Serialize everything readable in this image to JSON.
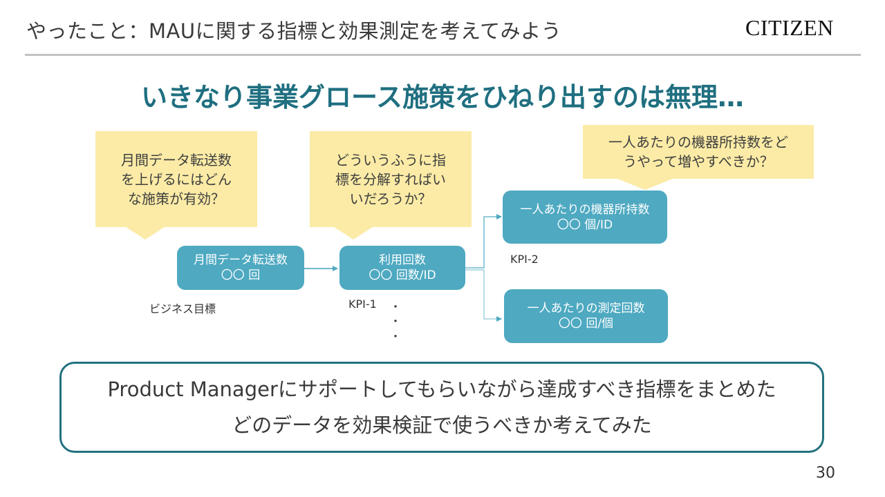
{
  "header": {
    "title": "やったこと：MAUに関する指標と効果測定を考えてみよう",
    "logo": "CITIZEN"
  },
  "headline": "いきなり事業グロース施策をひねり出すのは無理…",
  "notes": [
    {
      "lines": [
        "月間データ転送数",
        "を上げるにはどん",
        "な施策が有効？"
      ]
    },
    {
      "lines": [
        "どういうふうに指",
        "標を分解すればい",
        "いだろうか？"
      ]
    },
    {
      "lines": [
        "一人あたりの機器所持数をど",
        "うやって増やすべきか？"
      ]
    }
  ],
  "kpi_tree": {
    "nodes": [
      {
        "name": "月間データ転送数",
        "value": "〇〇 回",
        "caption": "ビジネス目標"
      },
      {
        "name": "利用回数",
        "value": "〇〇 回数/ID",
        "caption": "KPI-1"
      },
      {
        "name": "一人あたりの機器所持数",
        "value": "〇〇 個/ID",
        "caption": "KPI-2"
      },
      {
        "name": "一人あたりの測定回数",
        "value": "〇〇 回/個",
        "caption": ""
      }
    ],
    "ellipsis": [
      "・",
      "・",
      "・"
    ],
    "colors": {
      "node": "#4ea9c1",
      "note": "#fbeba6",
      "accent": "#1f6f80"
    }
  },
  "summary": {
    "lines": [
      "Product Managerにサポートしてもらいながら達成すべき指標をまとめた",
      "どのデータを効果検証で使うべきか考えてみた"
    ]
  },
  "page_number": "30"
}
